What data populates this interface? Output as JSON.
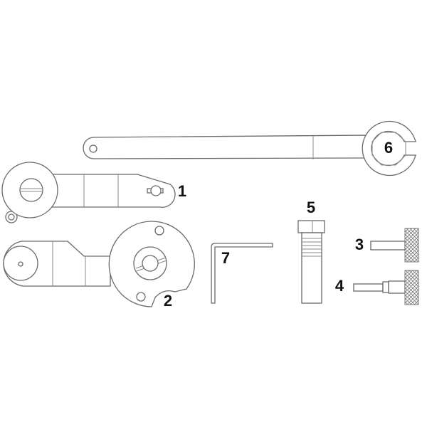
{
  "labels": {
    "tool1": "1",
    "tool2": "2",
    "tool3": "3",
    "tool4": "4",
    "tool5": "5",
    "tool6": "6",
    "tool7": "7"
  },
  "colors": {
    "line": "#6a6a6a",
    "label": "#111111",
    "background": "#ffffff"
  }
}
